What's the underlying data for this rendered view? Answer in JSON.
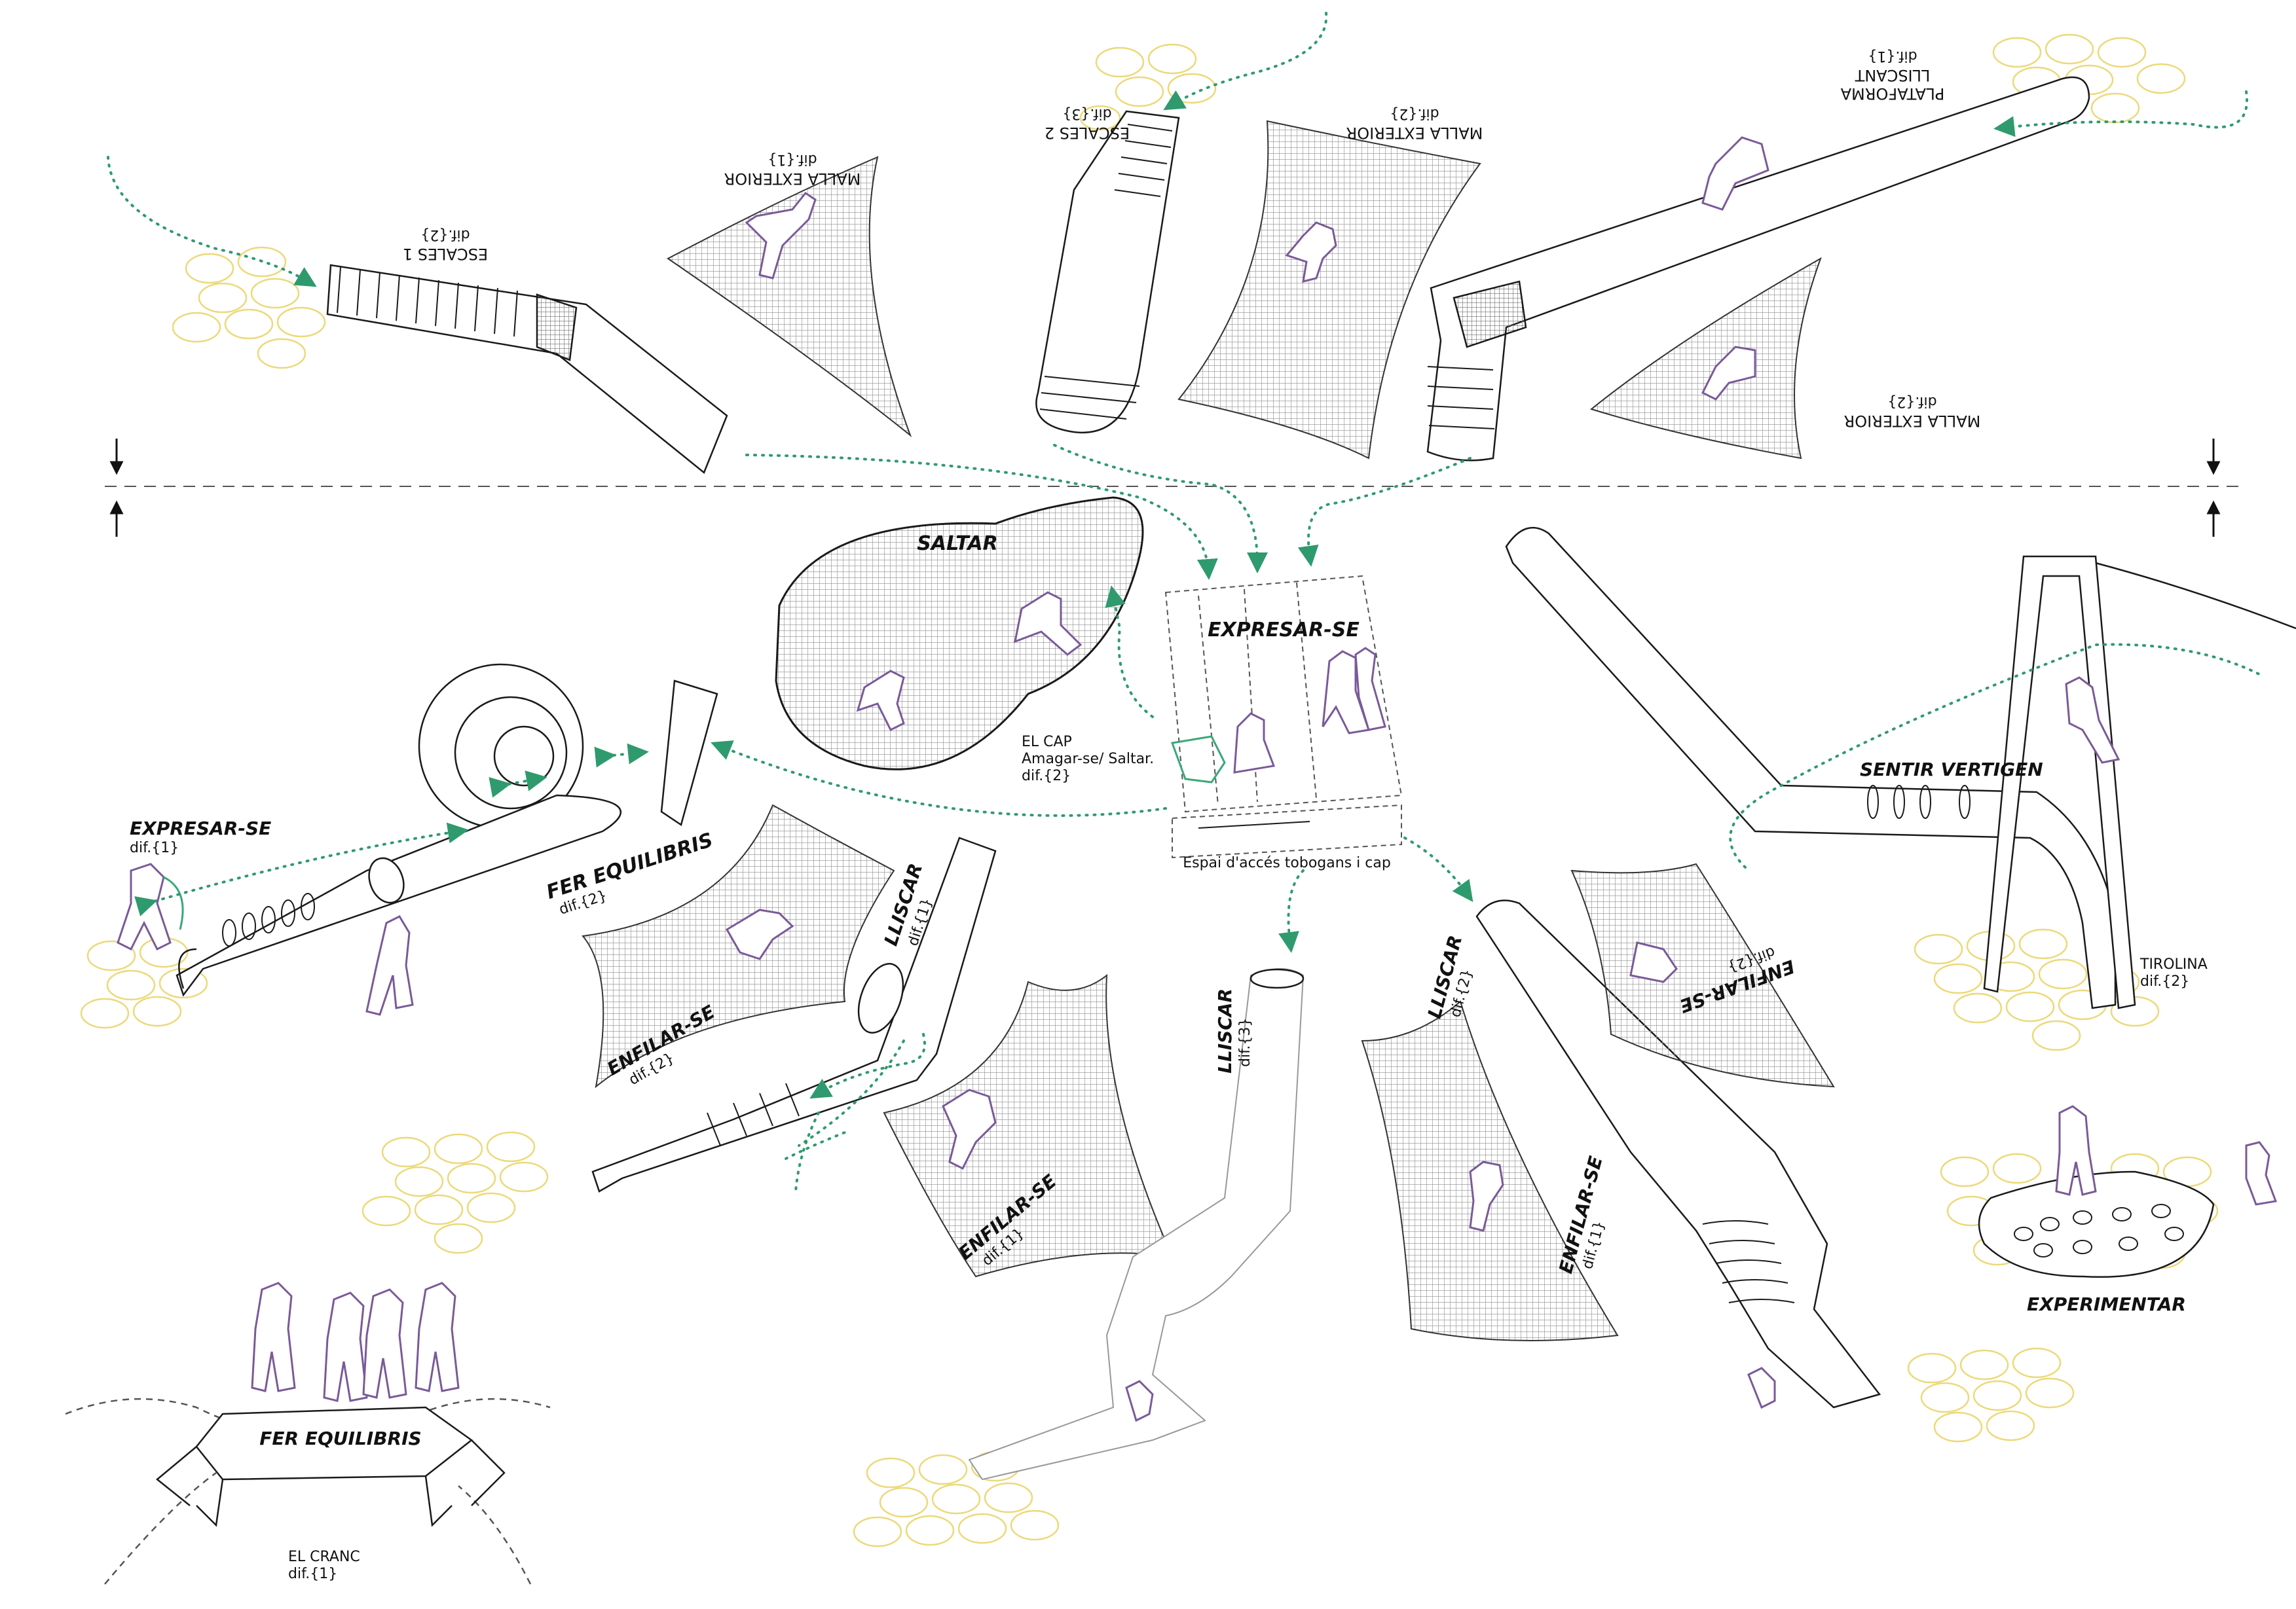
{
  "labels": {
    "escales1": {
      "title": "ESCALES 1",
      "dif": "dif.{2}"
    },
    "malla1": {
      "title": "MALLA EXTERIOR",
      "dif": "dif.{1}"
    },
    "escales2": {
      "title": "ESCALES 2",
      "dif": "dif.{3}"
    },
    "malla2": {
      "title": "MALLA EXTERIOR",
      "dif": "dif.{2}"
    },
    "plataforma": {
      "title1": "PLATAFORMA",
      "title2": "LLISCANT",
      "dif": "dif.{1}"
    },
    "malla3": {
      "title": "MALLA EXTERIOR",
      "dif": "dif.{2}"
    },
    "saltar": "SALTAR",
    "expresar_center": "EXPRESAR-SE",
    "elcap": {
      "title": "EL CAP",
      "sub": "Amagar-se/ Saltar.",
      "dif": "dif.{2}"
    },
    "espai": "Espai d'accés tobogans i cap",
    "expresar_left": {
      "title": "EXPRESAR-SE",
      "dif": "dif.{1}"
    },
    "fer_equilibris_1": {
      "title": "FER EQUILIBRIS",
      "dif": "dif.{2}"
    },
    "enfilar_1": {
      "title": "ENFILAR-SE",
      "dif": "dif.{2}"
    },
    "lliscar_1": {
      "title": "LLISCAR",
      "dif": "dif.{1}"
    },
    "enfilar_2": {
      "title": "ENFILAR-SE",
      "dif": "dif.{1}"
    },
    "lliscar_2": {
      "title": "LLISCAR",
      "dif": "dif.{3}"
    },
    "lliscar_3": {
      "title": "LLISCAR",
      "dif": "dif.{2}"
    },
    "enfilar_3": {
      "title": "ENFILAR-SE",
      "dif": "dif.{1}"
    },
    "enfilar_4": {
      "title": "ENFILAR-SE",
      "dif": "dif.{2}"
    },
    "sentir": "SENTIR VERTIGEN",
    "tirolina": {
      "title": "TIROLINA",
      "dif": "dif.{2}"
    },
    "experimentar": "EXPERIMENTAR",
    "fer_equilibris_2": "FER EQUILIBRIS",
    "elcranc": {
      "title": "EL CRANC",
      "dif": "dif.{1}"
    }
  },
  "colors": {
    "line": "#1a1a1a",
    "mesh": "#8a8a8a",
    "figure_stroke": "#7a5a98",
    "figure_fill": "#ffffff",
    "path_dots": "#2f9a6e",
    "circles": "#ecd97a",
    "accent_green": "#3aa77a"
  }
}
